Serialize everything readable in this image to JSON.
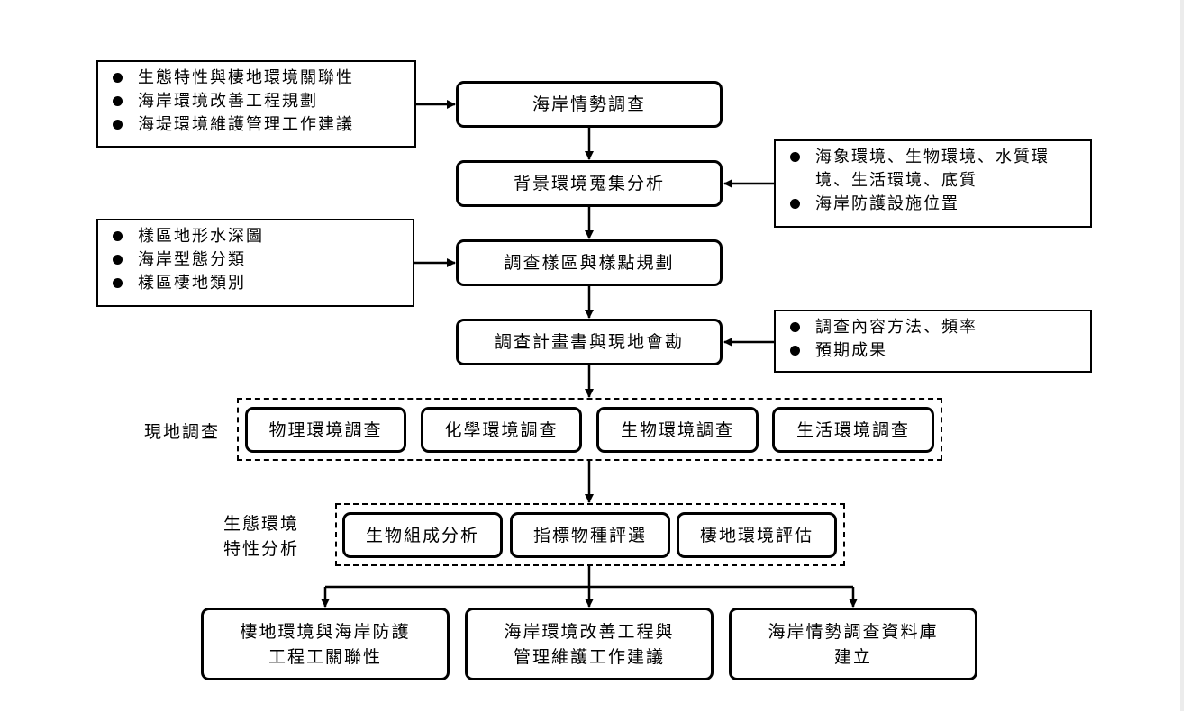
{
  "main_flow": {
    "step1": "海岸情勢調查",
    "step2": "背景環境蒐集分析",
    "step3": "調查樣區與樣點規劃",
    "step4": "調查計畫書與現地會勘"
  },
  "notes": {
    "n1": [
      "生態特性與棲地環境關聯性",
      "海岸環境改善工程規劃",
      "海堤環境維護管理工作建議"
    ],
    "n2": [
      "海象環境、生物環境、水質環境、生活環境、底質",
      "海岸防護設施位置"
    ],
    "n3": [
      "樣區地形水深圖",
      "海岸型態分類",
      "樣區棲地類別"
    ],
    "n4": [
      "調查內容方法、頻率",
      "預期成果"
    ]
  },
  "field_survey": {
    "label": "現地調查",
    "items": [
      "物理環境調查",
      "化學環境調查",
      "生物環境調查",
      "生活環境調查"
    ]
  },
  "eco_analysis": {
    "label_line1": "生態環境",
    "label_line2": "特性分析",
    "items": [
      "生物組成分析",
      "指標物種評選",
      "棲地環境評估"
    ]
  },
  "outputs": {
    "o1_line1": "棲地環境與海岸防護",
    "o1_line2": "工程工關聯性",
    "o2_line1": "海岸環境改善工程與",
    "o2_line2": "管理維護工作建議",
    "o3_line1": "海岸情勢調查資料庫",
    "o3_line2": "建立"
  }
}
